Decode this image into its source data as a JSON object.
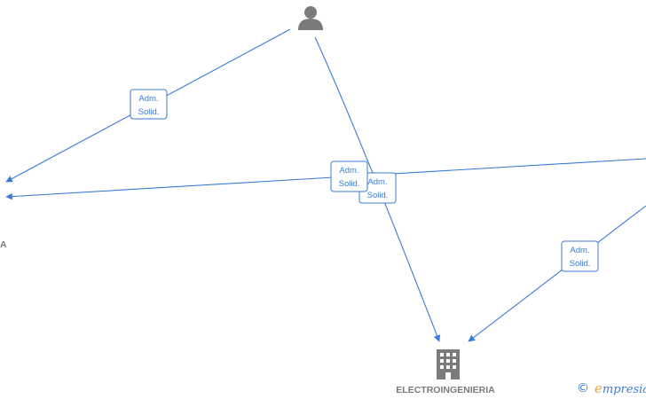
{
  "nodes": {
    "person": {
      "icon": "person-icon"
    },
    "left_company": {
      "label_partial": "A"
    },
    "electroingenieria": {
      "icon": "building-icon",
      "label": "ELECTROINGENIERIA"
    }
  },
  "edges": [
    {
      "from": "person",
      "to": "left_company",
      "label_line1": "Adm.",
      "label_line2": "Solid."
    },
    {
      "from": "offscreen_right",
      "to": "left_company",
      "label_line1": "Adm.",
      "label_line2": "Solid."
    },
    {
      "from": "person",
      "to": "electroingenieria",
      "label_line1": "Adm.",
      "label_line2": "Solid."
    },
    {
      "from": "offscreen_right",
      "to": "electroingenieria",
      "label_line1": "Adm.",
      "label_line2": "Solid."
    }
  ],
  "watermark": {
    "copyright": "©",
    "brand_first": "e",
    "brand_rest": "mpresia"
  },
  "colors": {
    "edge": "#3a7bd5",
    "node_icon": "#7b7b7b",
    "node_label": "#7a7a7a"
  }
}
